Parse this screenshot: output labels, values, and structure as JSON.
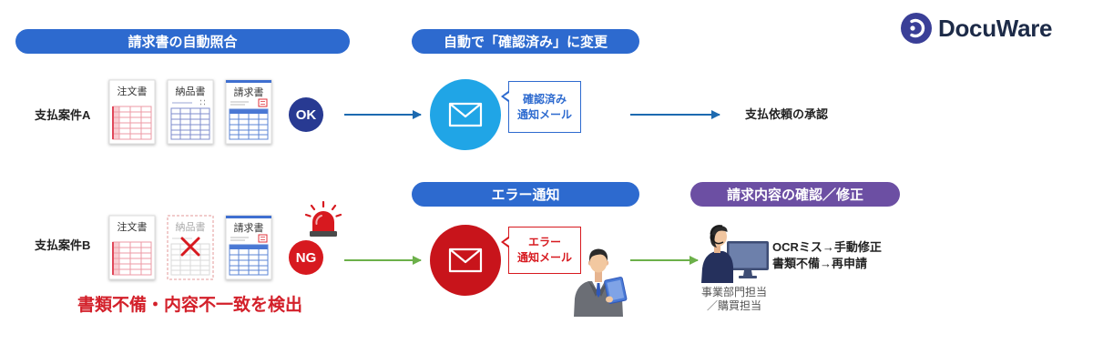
{
  "brand": {
    "name": "DocuWare"
  },
  "headers": {
    "auto_matching": "請求書の自動照合",
    "auto_status_change": "自動で「確認済み」に変更",
    "error_notification": "エラー通知",
    "review_fix": "請求内容の確認／修正"
  },
  "case_a": {
    "label": "支払案件A",
    "documents": [
      "注文書",
      "納品書",
      "請求書"
    ],
    "result_badge": "OK",
    "notice": [
      "確認済み",
      "通知メール"
    ],
    "next_step": "支払依頼の承認"
  },
  "case_b": {
    "label": "支払案件B",
    "documents": [
      "注文書",
      "納品書",
      "請求書"
    ],
    "result_badge": "NG",
    "detection": "書類不備・内容不一致を検出",
    "notice": [
      "エラー",
      "通知メール"
    ],
    "assignee": [
      "事業部門担当",
      "／購買担当"
    ],
    "actions": [
      "OCRミス→手動修正",
      "書類不備→再申請"
    ]
  },
  "colors": {
    "header_blue": "#2d6acf",
    "header_purple": "#6c4fa3",
    "ok_navy": "#283a92",
    "ng_red": "#d7191f",
    "mail_sky": "#20a5e6",
    "mail_red": "#c8141b",
    "arrow_blue": "#1c6ab0",
    "arrow_green": "#6cb04a",
    "alert_red": "#d3202a",
    "brand_navy": "#1d2b48",
    "brand_icon": "#3a3f97"
  }
}
